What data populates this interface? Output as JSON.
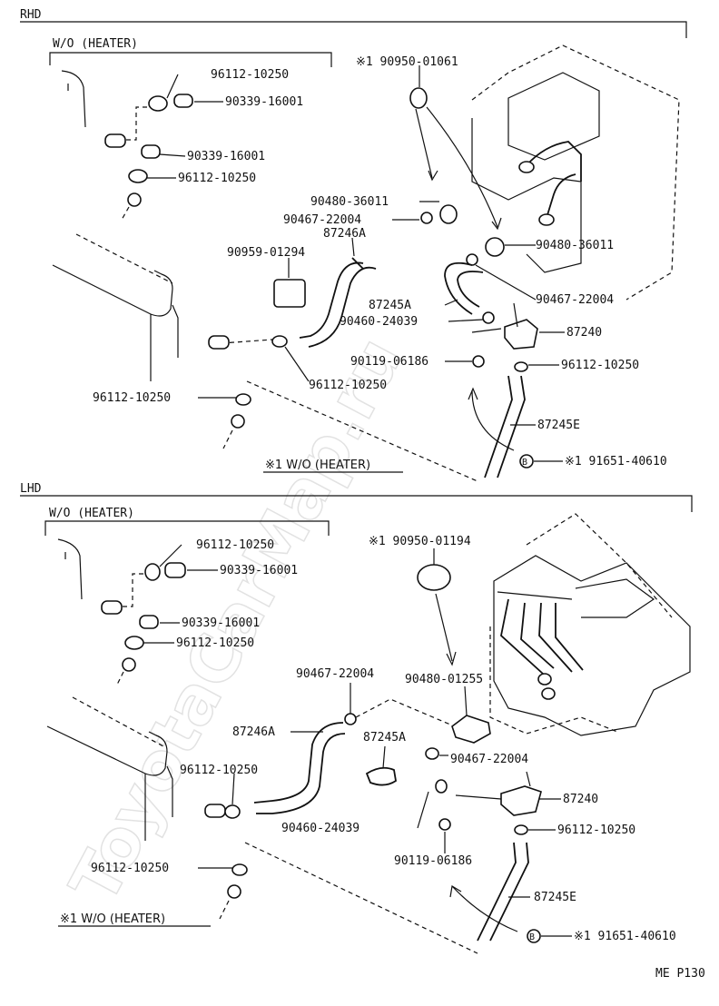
{
  "rhd": {
    "section_label": "RHD",
    "wo_heater_label": "W/O  (HEATER)",
    "note": "※1 W/O (HEATER)",
    "callouts": {
      "c1": "96112-10250",
      "c2": "90339-16001",
      "c3": "90339-16001",
      "c4": "96112-10250",
      "c5": "※1 90950-01061",
      "c6": "90480-36011",
      "c7": "90467-22004",
      "c8": "87246A",
      "c9": "90959-01294",
      "c10": "90480-36011",
      "c11": "90467-22004",
      "c12": "87245A",
      "c13": "90460-24039",
      "c14": "87240",
      "c15": "90119-06186",
      "c16": "96112-10250",
      "c17": "96112-10250",
      "c18": "96112-10250",
      "c19": "87245E",
      "c20": "B",
      "c21": "※1 91651-40610"
    }
  },
  "lhd": {
    "section_label": "LHD",
    "wo_heater_label": "W/O   (HEATER)",
    "note": "※1 W/O (HEATER)",
    "callouts": {
      "c1": "96112-10250",
      "c2": "90339-16001",
      "c3": "90339-16001",
      "c4": "96112-10250",
      "c5": "※1 90950-01194",
      "c6": "90467-22004",
      "c7": "90480-01255",
      "c8": "87246A",
      "c9": "87245A",
      "c10": "90467-22004",
      "c11": "96112-10250",
      "c12": "87240",
      "c13": "90460-24039",
      "c14": "96112-10250",
      "c15": "90119-06186",
      "c16": "96112-10250",
      "c17": "87245E",
      "c18": "B",
      "c19": "※1 91651-40610"
    }
  },
  "page_code": "ME P130",
  "watermark": "ToyotaCarMap.ru"
}
